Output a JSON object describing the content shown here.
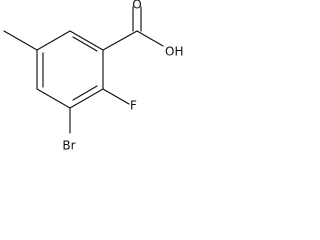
{
  "molecule": {
    "labels": {
      "oxygen": "O",
      "hydroxyl": "OH",
      "fluorine": "F",
      "bromine": "Br"
    }
  }
}
